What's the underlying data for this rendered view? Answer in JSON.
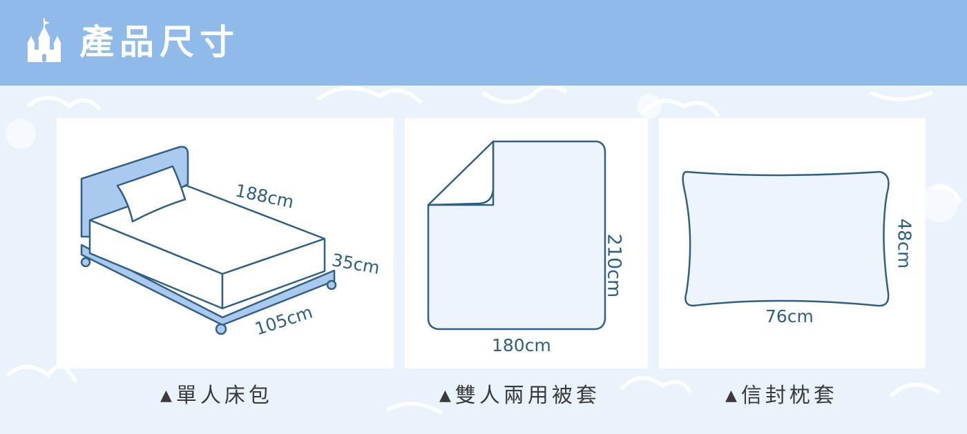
{
  "header": {
    "title": "產品尺寸",
    "bg_color": "#8fbaea",
    "icon": "castle-icon"
  },
  "products": [
    {
      "caption": "單人床包",
      "dimensions": {
        "length": "188cm",
        "height": "35cm",
        "width": "105cm"
      }
    },
    {
      "caption": "雙人兩用被套",
      "dimensions": {
        "height": "210cm",
        "width": "180cm"
      }
    },
    {
      "caption": "信封枕套",
      "dimensions": {
        "height": "48cm",
        "width": "76cm"
      }
    }
  ],
  "caption_marker": "▲",
  "line_color": "#2f5f82",
  "fill_color": "#a9c9ef"
}
